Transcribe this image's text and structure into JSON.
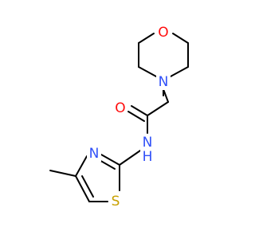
{
  "molecule": {
    "atoms": {
      "O_morpholine": {
        "symbol": "O",
        "color": "#FF0D0D"
      },
      "N_morpholine": {
        "symbol": "N",
        "color": "#3050F8"
      },
      "O_carbonyl": {
        "symbol": "O",
        "color": "#FF0D0D"
      },
      "NH_amide": {
        "symbol": "N",
        "h_label": "H",
        "color": "#3050F8"
      },
      "N_thiazole": {
        "symbol": "N",
        "color": "#3050F8"
      },
      "S_thiazole": {
        "symbol": "S",
        "color": "#C8A000"
      }
    },
    "bond_color": "#000000"
  }
}
